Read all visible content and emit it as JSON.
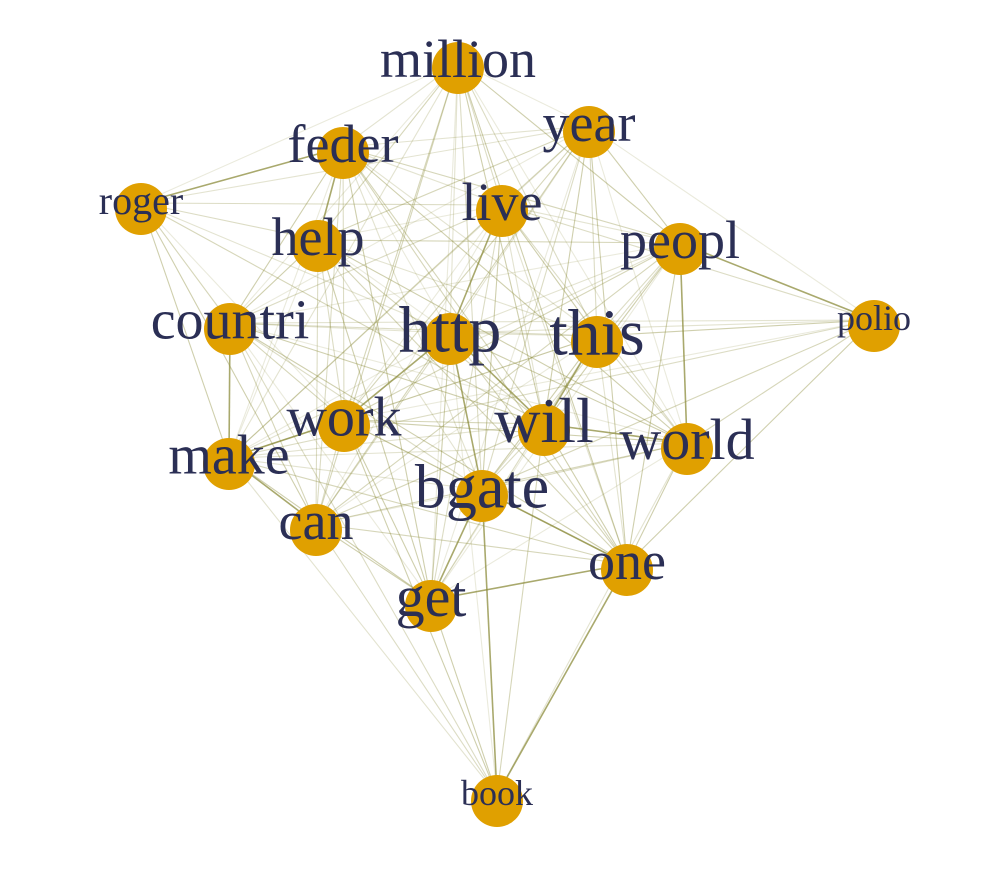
{
  "graph": {
    "colors": {
      "node": "#E0A000",
      "label": "#2B2F55",
      "edge": "#8C8C3C",
      "background": "#FFFFFF"
    },
    "nodes": [
      {
        "id": "million",
        "label": "million"
      },
      {
        "id": "year",
        "label": "year"
      },
      {
        "id": "feder",
        "label": "feder"
      },
      {
        "id": "roger",
        "label": "roger"
      },
      {
        "id": "live",
        "label": "live"
      },
      {
        "id": "help",
        "label": "help"
      },
      {
        "id": "peopl",
        "label": "peopl"
      },
      {
        "id": "countri",
        "label": "countri"
      },
      {
        "id": "http",
        "label": "http"
      },
      {
        "id": "this",
        "label": "this"
      },
      {
        "id": "polio",
        "label": "polio"
      },
      {
        "id": "work",
        "label": "work"
      },
      {
        "id": "will",
        "label": "will"
      },
      {
        "id": "world",
        "label": "world"
      },
      {
        "id": "make",
        "label": "make"
      },
      {
        "id": "bgate",
        "label": "bgate"
      },
      {
        "id": "can",
        "label": "can"
      },
      {
        "id": "one",
        "label": "one"
      },
      {
        "id": "get",
        "label": "get"
      },
      {
        "id": "book",
        "label": "book"
      }
    ]
  }
}
